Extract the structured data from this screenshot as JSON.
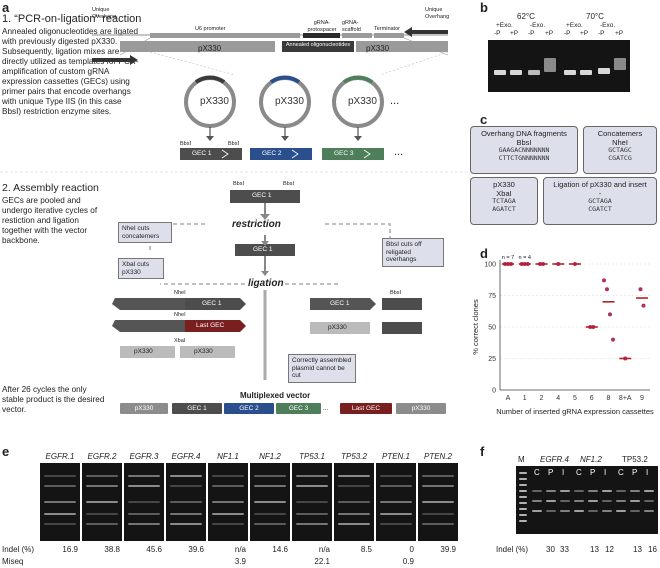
{
  "panel_a": {
    "label": "a",
    "title1": "1. “PCR-on-ligation” reaction",
    "desc1": "Annealed oligonucleotides are ligated with previously digested pX330. Subsequently, ligation mixes are directly utilized as templates for PCR-amplification of custom gRNA expression cassettes (GECs) using primer pairs that encode overhangs with unique Type IIS (in this case BbsI) restriction enzyme sites.",
    "unique_overhang_1": "Unique Overhang",
    "unique_overhang_2": "Unique Overhang",
    "u6": "U6 promoter",
    "protospacer": "gRNA-protospacer",
    "scaffold": "gRNA-scaffold",
    "terminator": "Terminator",
    "px330": "pX330",
    "annealed": "Annealed oligonucleotides",
    "bbsi": "BbsI",
    "gec1": "GEC 1",
    "gec2": "GEC 2",
    "gec3": "GEC 3",
    "dots": "...",
    "title2": "2. Assembly reaction",
    "desc2": "GECs are pooled and undergo iterative cycles of restiction and ligation together with the vector backbone.",
    "restriction": "restriction",
    "ligation": "ligation",
    "nhei_cuts": "NheI cuts concatemers",
    "xbai_cuts": "XbaI cuts pX330",
    "bbsi_cuts": "BbsI cuts off religated overhangs",
    "nhei": "NheI",
    "xbai": "XbaI",
    "last_gec": "Last GEC",
    "correct": "Correctly assembled plasmid cannot be cut",
    "after": "After 26 cycles the only stable product is the desired vector.",
    "multiplexed": "Multiplexed vector"
  },
  "panel_b": {
    "label": "b",
    "t62": "62°C",
    "t70": "70°C",
    "plus_exo": "+Exo.",
    "minus_exo": "-Exo.",
    "lanes": [
      "-P",
      "+P",
      "-P",
      "+P",
      "-P",
      "+P",
      "-P",
      "+P"
    ]
  },
  "panel_c": {
    "label": "c",
    "box1_title": "Overhang DNA fragments",
    "box1_enzyme": "BbsI",
    "box1_seq1": "GAAGACNNNNNNN",
    "box1_seq2": "CTTCTGNNNNNNN",
    "box2_title": "Concatemers",
    "box2_enzyme": "NheI",
    "box2_seq1": "GCTAGC",
    "box2_seq2": "CGATCG",
    "box3_title": "pX330",
    "box3_enzyme": "XbaI",
    "box3_seq1": "TCTAGA",
    "box3_seq2": "AGATCT",
    "box4_title": "Ligation of pX330 and insert",
    "box4_enzyme": "-",
    "box4_seq1": "GCTAGA",
    "box4_seq2": "CGATCT"
  },
  "panel_d": {
    "label": "d"
  },
  "chart_data": {
    "type": "scatter",
    "categories": [
      "A",
      "1",
      "2",
      "4",
      "5",
      "6",
      "8",
      "8+A",
      "9"
    ],
    "medians": [
      100,
      100,
      100,
      100,
      100,
      50,
      70,
      25,
      73
    ],
    "points": [
      [
        100,
        100,
        100
      ],
      [
        100,
        100,
        100
      ],
      [
        100,
        100
      ],
      [
        100
      ],
      [
        100
      ],
      [
        50,
        50
      ],
      [
        87,
        80,
        60,
        40
      ],
      [
        25
      ],
      [
        80,
        67
      ]
    ],
    "annotations": [
      "n = 7",
      "n = 4"
    ],
    "ylabel": "% correct clones",
    "xlabel": "Number of inserted gRNA expression cassettes",
    "ylim": [
      0,
      100
    ],
    "yticks": [
      "0",
      "25",
      "50",
      "75",
      "100"
    ]
  },
  "panel_e": {
    "label": "e",
    "genes": [
      "EGFR.1",
      "EGFR.2",
      "EGFR.3",
      "EGFR.4",
      "NF1.1",
      "NF1.2",
      "TP53.1",
      "TP53.2",
      "PTEN.1",
      "PTEN.2"
    ],
    "indel_label": "Indel (%)",
    "miseq_label": "Miseq",
    "indel": [
      "16.9",
      "38.8",
      "45.6",
      "39.6",
      "n/a",
      "14.6",
      "n/a",
      "8.5",
      "0",
      "39.9"
    ],
    "miseq": [
      "",
      "",
      "",
      "",
      "3.9",
      "",
      "22.1",
      "",
      "0.9",
      ""
    ]
  },
  "panel_f": {
    "label": "f",
    "m": "M",
    "groups": [
      "EGFR.4",
      "NF1.2",
      "TP53.2"
    ],
    "lane_letters": [
      "C",
      "P",
      "I",
      "C",
      "P",
      "I",
      "C",
      "P",
      "I"
    ],
    "indel_label": "Indel (%)",
    "indel": [
      "30",
      "33",
      "13",
      "12",
      "13",
      "16"
    ]
  },
  "colors": {
    "gec1": "#4d4d4d",
    "gec2": "#2b4f8c",
    "gec3": "#4f7f5a",
    "last_gec": "#7a1f1f",
    "callout": "#dde0ea",
    "median": "#b22222",
    "point": "#b03060"
  }
}
